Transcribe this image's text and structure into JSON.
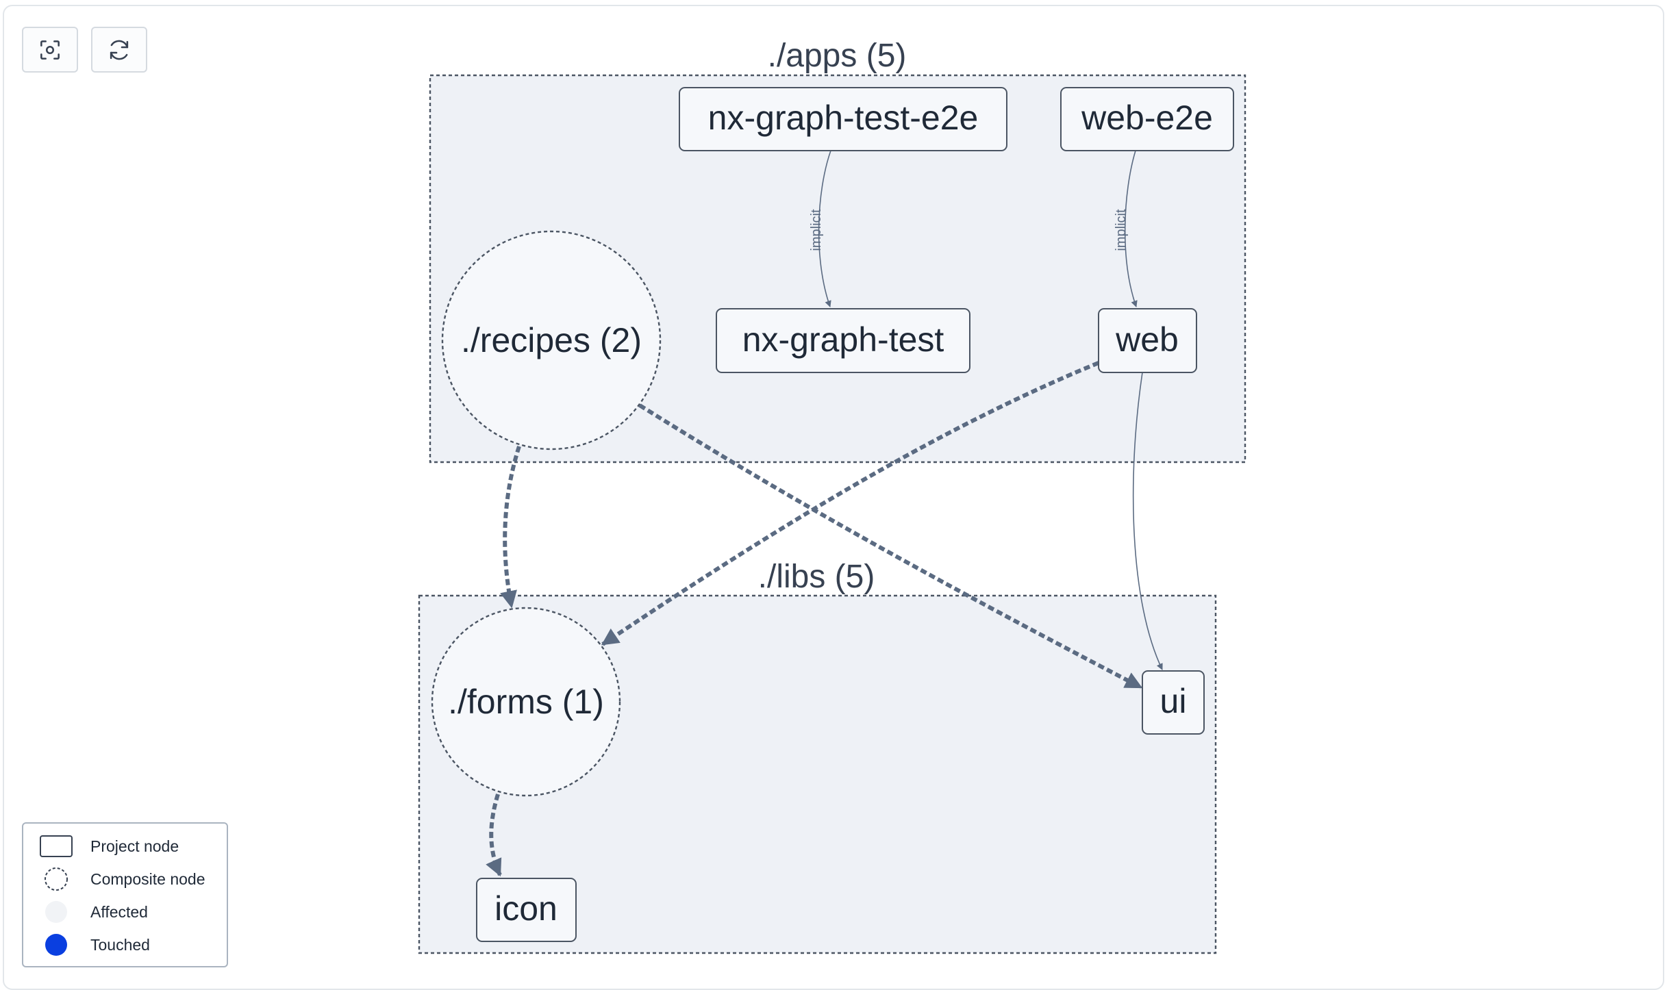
{
  "toolbar": {
    "fit_icon": "focus-frame-icon",
    "refresh_icon": "refresh-icon"
  },
  "groups": {
    "apps": {
      "label": "./apps (5)"
    },
    "libs": {
      "label": "./libs (5)"
    }
  },
  "nodes": {
    "nx_graph_test_e2e": "nx-graph-test-e2e",
    "web_e2e": "web-e2e",
    "recipes": "./recipes (2)",
    "nx_graph_test": "nx-graph-test",
    "web": "web",
    "forms": "./forms (1)",
    "ui": "ui",
    "icon": "icon"
  },
  "edges": {
    "implicit_label_1": "implicit",
    "implicit_label_2": "implicit"
  },
  "legend": {
    "project_node": "Project node",
    "composite_node": "Composite node",
    "affected": "Affected",
    "touched": "Touched"
  },
  "colors": {
    "group_fill": "#eef1f6",
    "edge": "#5b6b82",
    "node_fill": "#f6f8fb",
    "touched": "#0a3fe0"
  }
}
